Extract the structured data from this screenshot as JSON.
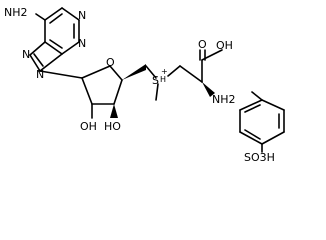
{
  "molecule": {
    "atom_labels": {
      "nh2_adenine": "NH2",
      "n1": "N",
      "n3": "N",
      "n7": "N",
      "n9": "N",
      "ring_o": "O",
      "sulfonium": "S",
      "sulfonium_h": "H",
      "sulfonium_charge": "+",
      "oh_2": "OH",
      "ho_3": "HO",
      "acid_oh": "OH",
      "acid_o": "O",
      "amine": "NH2",
      "sulfonate": "SO3H"
    }
  }
}
